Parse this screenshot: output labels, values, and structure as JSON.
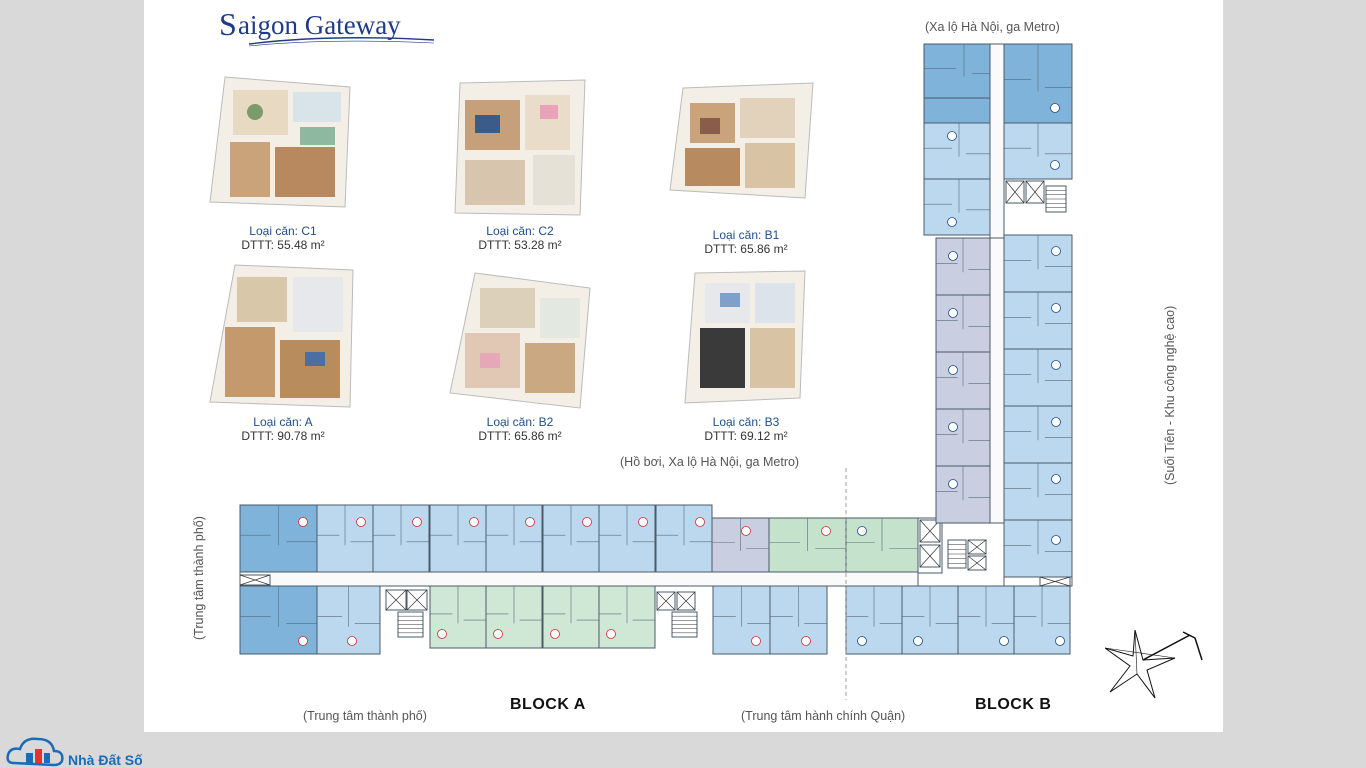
{
  "logo": {
    "mark": "S",
    "text": "aigon Gateway"
  },
  "units": [
    {
      "type": "Loại căn: C1",
      "area": "DTTT: 55.48 m²"
    },
    {
      "type": "Loại căn: C2",
      "area": "DTTT: 53.28 m²"
    },
    {
      "type": "Loại căn: B1",
      "area": "DTTT: 65.86 m²"
    },
    {
      "type": "Loại căn: A",
      "area": "DTTT: 90.78 m²"
    },
    {
      "type": "Loại căn: B2",
      "area": "DTTT: 65.86 m²"
    },
    {
      "type": "Loại căn: B3",
      "area": "DTTT: 69.12 m²"
    }
  ],
  "directions": {
    "top": "(Xa lộ Hà Nội, ga Metro)",
    "middle": "(Hồ bơi, Xa lộ Hà Nội, ga Metro)",
    "left": "(Trung tâm thành phố)",
    "bottom_left": "(Trung tâm thành phố)",
    "bottom_center": "(Trung tâm hành chính Quận)",
    "right": "(Suối Tiên - Khu công nghệ cao)"
  },
  "blocks": {
    "a": "BLOCK A",
    "b": "BLOCK B"
  },
  "footer": {
    "brand": "Nhà Đất Số"
  },
  "colors": {
    "unit_a": "#7fb3d9",
    "unit_b": "#bcd8ef",
    "unit_c1": "#cfe8d6",
    "unit_c2": "#c9cfe0",
    "unit_b3": "#c5e3cc",
    "logo": "#1e3a8a"
  }
}
